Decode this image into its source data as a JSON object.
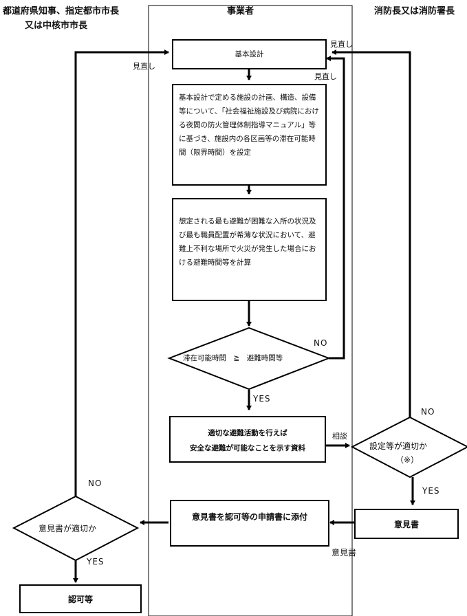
{
  "headers": {
    "left_line1": "都道府県知事、指定都市市長",
    "left_line2": "又は中核市市長",
    "center": "事業者",
    "right": "消防長又は消防署長"
  },
  "boxes": {
    "basic_design": "基本設計",
    "set_time": "基本設計で定める施設の計画、構造、設備等について、「社会福祉施設及び病院における夜間の防火管理体制指導マニュアル」等に基づき、施設内の各区画等の滞在可能時間（限界時間）を設定",
    "calc": "想定される最も避難が困難な入所の状況及び最も職員配置が希薄な状況において、避難上不利な場所で火災が発生した場合における避難時間等を計算",
    "material_line1": "適切な避難活動を行えば",
    "material_line2": "安全な避難が可能なことを示す資料",
    "attach": "意見書を認可等の申請書に添付",
    "opinion": "意見書",
    "approval": "認可等"
  },
  "decisions": {
    "time_compare": "滞在可能時間　≧　避難時間等",
    "settings_ok_line1": "設定等が適切か",
    "settings_ok_line2": "（※）",
    "opinion_ok": "意見書が適切か"
  },
  "labels": {
    "review_left": "見直し",
    "review_right_top": "見直し",
    "review_right_inner": "見直し",
    "no_compare": "NO",
    "yes_compare": "YES",
    "consult": "相談",
    "no_settings": "NO",
    "yes_settings": "YES",
    "opinion_arrow": "意見書",
    "no_opinion": "NO",
    "yes_opinion": "YES"
  }
}
